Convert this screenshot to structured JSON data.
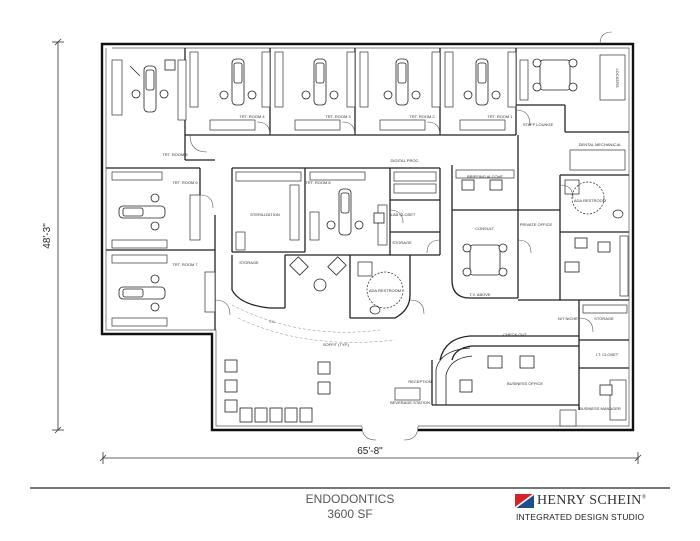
{
  "dimensions": {
    "width_label": "65'-8\"",
    "height_label": "48'-3\""
  },
  "rooms": {
    "trt4": "TRT. ROOM 4",
    "trt3": "TRT. ROOM 3",
    "trt2": "TRT. ROOM 2",
    "trt1": "TRT. ROOM 1",
    "trt5": "TRT. ROOM 5",
    "trt6": "TRT. ROOM 6",
    "trt7": "TRT. ROOM 7",
    "trt8": "TRT. ROOM 8",
    "digital_proc": "DIGITAL PROC.",
    "staff_lounge": "STAFF LOUNGE",
    "dental_mech": "DENTAL MECHANICAL",
    "sterilization": "STERILIZATION",
    "lab_closet": "LAB CLOSET",
    "storage_a": "STORAGE",
    "storage_b": "STORAGE",
    "storage_c": "STORAGE",
    "ada_restroom_a": "ADA RESTROOM",
    "ada_restroom_b": "ADA RESTROOM",
    "private_office": "PRIVATE OFFICE",
    "consult": "CONSULT.",
    "briefing_alcove": "BRIEFING ALCOVE",
    "check_out": "CHECK OUT",
    "reception": "RECEPTION",
    "business_office": "BUSINESS OFFICE",
    "business_manager": "BUSINESS MANAGER",
    "it_closet": "I.T. CLOSET",
    "beverage_station": "BEVERAGE STATION",
    "soffit": "SOFFIT (TYP.)",
    "nt_niche": "N/T NICHE",
    "tv": "T.V.",
    "tv_above": "T.V. ABOVE",
    "lockers": "LOCKERS"
  },
  "footer": {
    "project": "ENDODONTICS",
    "area": "3600 SF"
  },
  "brand": {
    "name": "HENRY SCHEIN",
    "reg": "®",
    "subtitle": "INTEGRATED DESIGN STUDIO",
    "logo_red": "#d6232a",
    "logo_blue": "#1f4e8c"
  }
}
